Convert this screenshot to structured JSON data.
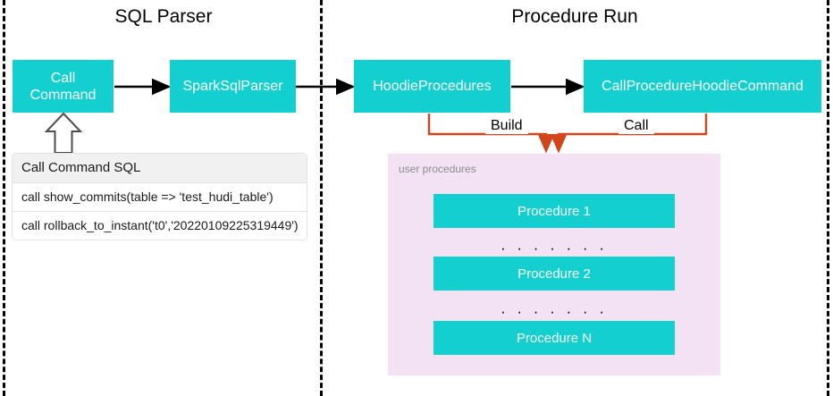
{
  "diagram": {
    "title_left": "SQL Parser",
    "title_right": "Procedure Run",
    "colors": {
      "box_fill": "#13CFCF",
      "box_text": "#FFFFFF",
      "panel_fill": "#F2E2F3",
      "connector_black": "#000000",
      "connector_orange": "#D1441C",
      "divider": "#000000",
      "table_header_fill": "#F1F1F1"
    }
  },
  "sql_parser": {
    "nodes": [
      {
        "id": "call-command",
        "label": "Call\nCommand",
        "line1": "Call",
        "line2": "Command"
      },
      {
        "id": "spark-sql-parser",
        "label": "SparkSqlParser"
      }
    ],
    "sql_table": {
      "header": "Call Command SQL",
      "rows": [
        "call show_commits(table => 'test_hudi_table')",
        "call rollback_to_instant('t0','20220109225319449')"
      ]
    }
  },
  "procedure_run": {
    "nodes": [
      {
        "id": "hoodie-procedures",
        "label": "HoodieProcedures"
      },
      {
        "id": "call-procedure-hoodie-command",
        "label": "CallProcedureHoodieCommand"
      }
    ],
    "edge_labels": {
      "build": "Build",
      "call": "Call"
    },
    "user_procedures_panel": {
      "label": "user procedures",
      "items": [
        {
          "type": "procedure",
          "label": "Procedure 1"
        },
        {
          "type": "ellipsis",
          "label": "· · · · · · ·"
        },
        {
          "type": "procedure",
          "label": "Procedure 2"
        },
        {
          "type": "ellipsis",
          "label": "· · · · · · ·"
        },
        {
          "type": "procedure",
          "label": "Procedure N"
        }
      ]
    }
  }
}
